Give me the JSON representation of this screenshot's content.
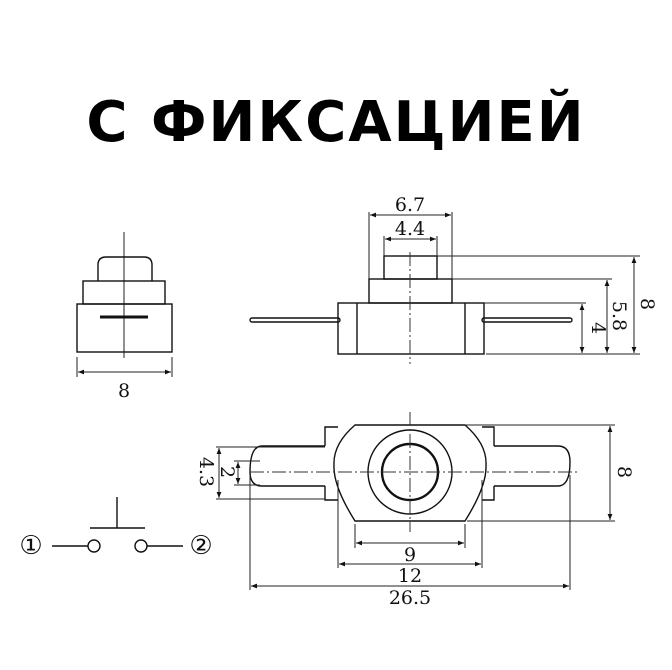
{
  "title": "С ФИКСАЦИЕЙ",
  "colors": {
    "background": "#ffffff",
    "line": "#111111"
  },
  "front_view": {
    "width_dim": "8"
  },
  "side_view": {
    "top_width_outer": "6.7",
    "top_width_inner": "4.4",
    "height_total": "8",
    "height_mid": "5.8",
    "height_body": "4"
  },
  "top_view": {
    "terminal_width_outer": "4.3",
    "terminal_width_inner": "2",
    "height": "8",
    "flat_width": "9",
    "body_width": "12",
    "overall_length": "26.5"
  },
  "schematic": {
    "terminal_1": "①",
    "terminal_2": "②"
  }
}
